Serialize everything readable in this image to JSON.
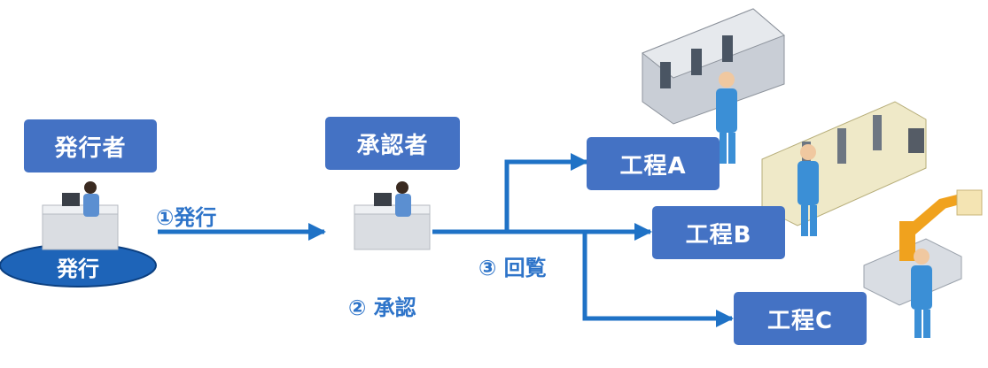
{
  "issuer": {
    "title": "発行者",
    "action": "発行"
  },
  "approver": {
    "title": "承認者"
  },
  "steps": {
    "issue": "①発行",
    "approve": "② 承認",
    "circulate": "③ 回覧"
  },
  "processes": [
    "工程A",
    "工程B",
    "工程C"
  ],
  "colors": {
    "box": "#4472c4",
    "arrow": "#1f72c6",
    "label": "#2e74c9",
    "ellipse": "#1e64b8"
  }
}
